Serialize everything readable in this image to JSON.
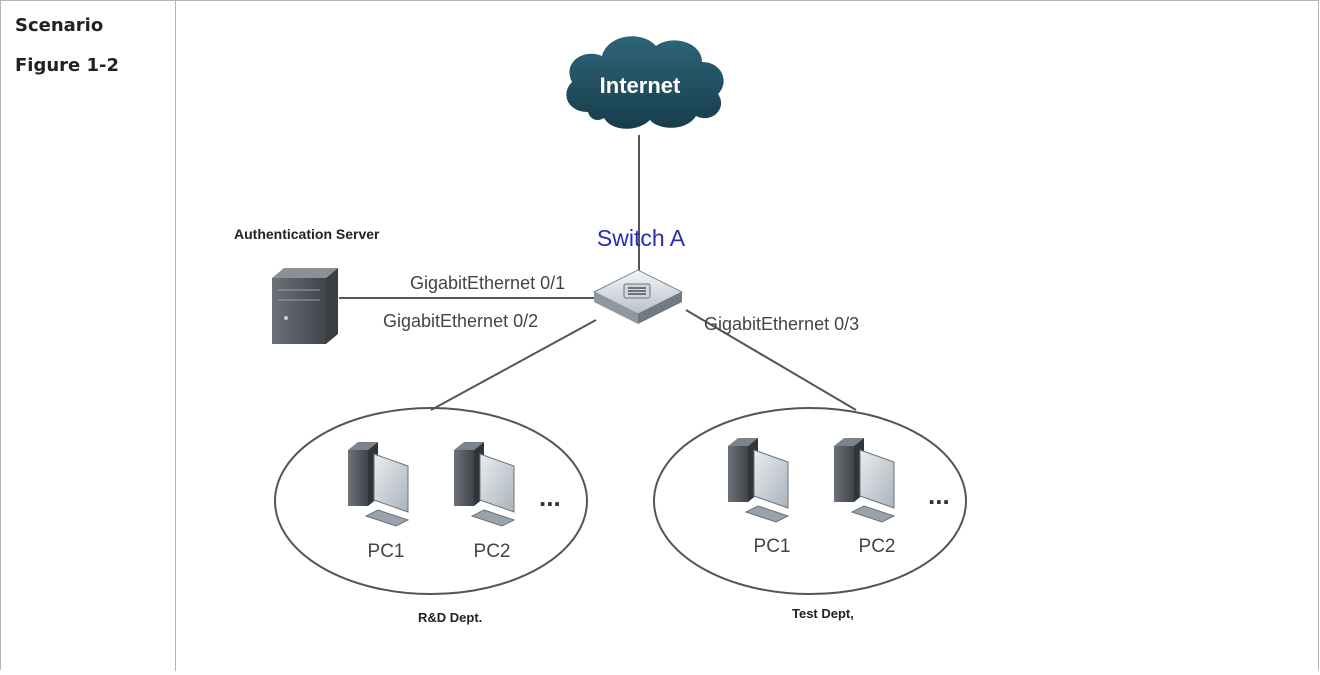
{
  "section": {
    "label": "Scenario",
    "figure_label": "Figure 1-2"
  },
  "diagram": {
    "cloud_label": "Internet",
    "switch_label": "Switch A",
    "server_label": "Authentication Server",
    "ports": {
      "p1": "GigabitEthernet 0/1",
      "p2": "GigabitEthernet 0/2",
      "p3": "GigabitEthernet 0/3"
    },
    "groups": [
      {
        "name": "R&D Dept.",
        "pcs": [
          "PC1",
          "PC2"
        ],
        "more": "..."
      },
      {
        "name": "Test Dept,",
        "pcs": [
          "PC1",
          "PC2"
        ],
        "more": "..."
      }
    ],
    "colors": {
      "cloud": "#1f4e5f",
      "switch_label": "#2a2ab8",
      "lines": "#555555"
    }
  }
}
